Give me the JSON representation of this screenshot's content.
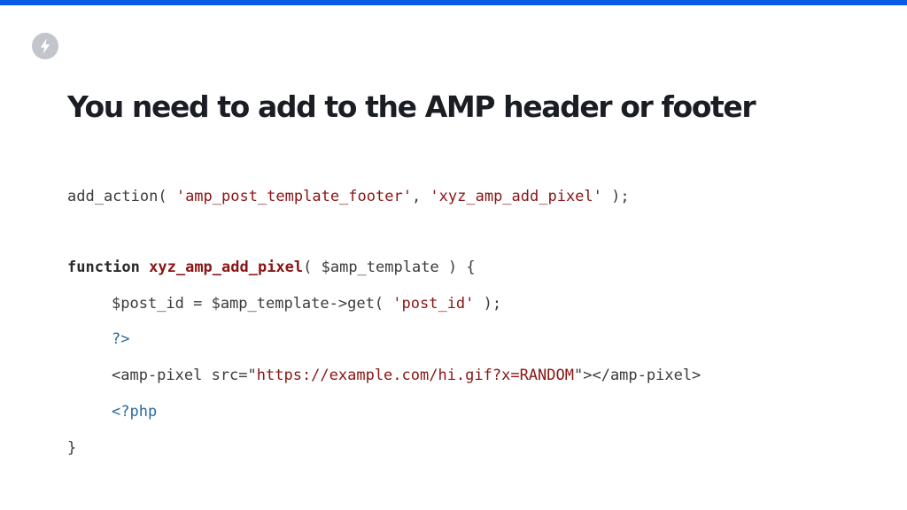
{
  "slide": {
    "title": "You need to add to the AMP header or footer",
    "logo_icon": "amp-lightning-bolt-icon"
  },
  "colors": {
    "top_bar": "#0a5ce8",
    "title": "#1b1d24",
    "code_text": "#3b3b3b",
    "string": "#8b1414",
    "php_tag": "#2a6a9e",
    "logo_circle": "#c2c5cc"
  },
  "code": {
    "line1": {
      "a": "add_action( ",
      "b": "'amp_post_template_footer'",
      "c": ", ",
      "d": "'xyz_amp_add_pixel'",
      "e": " );"
    },
    "line2": {
      "kw": "function",
      "sp": " ",
      "fn": "xyz_amp_add_pixel",
      "rest": "( $amp_template ) {"
    },
    "line3": {
      "a": "$post_id = $amp_template->get( ",
      "b": "'post_id'",
      "c": " );"
    },
    "line4": "?>",
    "line5": {
      "a": "<amp-pixel src=\"",
      "b": "https://example.com/hi.gif?x=RANDOM",
      "c": "\"></amp-pixel>"
    },
    "line6": "<?php",
    "line7": "}"
  }
}
